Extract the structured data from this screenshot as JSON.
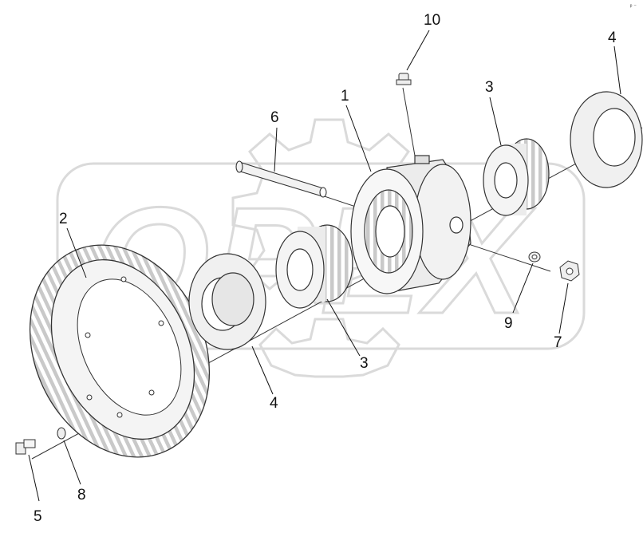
{
  "diagram": {
    "watermark_text": "OPEX",
    "corner_mark": "ᵖ ⁻",
    "callouts": {
      "c1": "1",
      "c2": "2",
      "c3a": "3",
      "c3b": "3",
      "c4a": "4",
      "c4b": "4",
      "c5": "5",
      "c6": "6",
      "c7": "7",
      "c8": "8",
      "c9": "9",
      "c10": "10"
    }
  }
}
